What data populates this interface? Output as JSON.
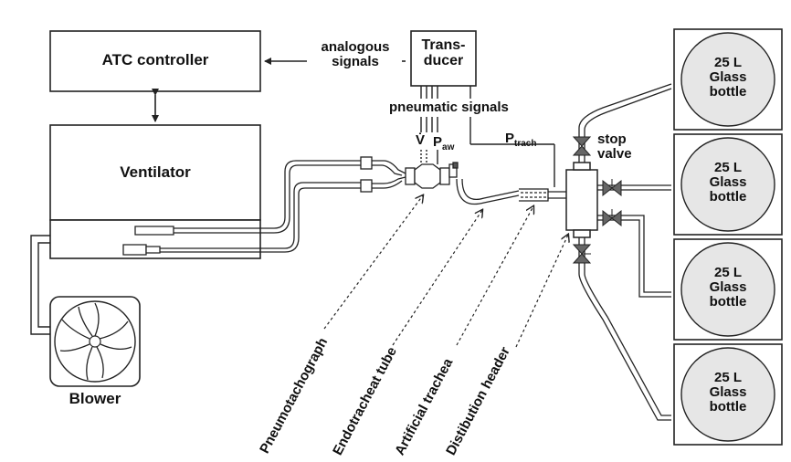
{
  "labels": {
    "atc_controller": "ATC controller",
    "ventilator": "Ventilator",
    "blower": "Blower",
    "transducer_line1": "Trans-",
    "transducer_line2": "ducer",
    "analogous_line1": "analogous",
    "analogous_line2": "signals",
    "pneumatic_signals": "pneumatic signals",
    "v_dot": "V̇",
    "p_aw_main": "P",
    "p_aw_sub": "aw",
    "p_trach_main": "P",
    "p_trach_sub": "trach",
    "stop_line1": "stop",
    "stop_line2": "valve",
    "pneumotachograph": "Pneumotachograph",
    "endotracheal_tube": "Endotracheat tube",
    "artificial_trachea": "Artificial  trachea",
    "distribution_header": "Distibution header"
  },
  "bottles": [
    {
      "volume": "25 L",
      "line2": "Glass",
      "line3": "bottle"
    },
    {
      "volume": "25 L",
      "line2": "Glass",
      "line3": "bottle"
    },
    {
      "volume": "25 L",
      "line2": "Glass",
      "line3": "bottle"
    },
    {
      "volume": "25 L",
      "line2": "Glass",
      "line3": "bottle"
    }
  ],
  "colors": {
    "background": "#ffffff",
    "line": "#222222",
    "bottle_fill": "#e6e6e6",
    "valve_fill": "#666666",
    "tube_fill": "#ffffff"
  }
}
